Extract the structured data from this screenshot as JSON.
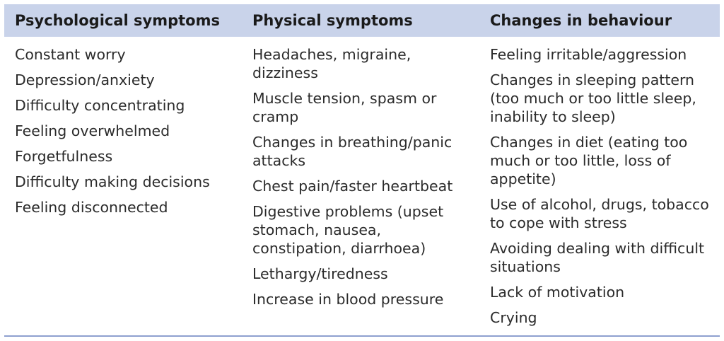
{
  "headers": [
    "Psychological symptoms",
    "Physical symptoms",
    "Changes in behaviour"
  ],
  "columns": [
    [
      "Constant worry",
      "Depression/anxiety",
      "Difficulty concentrating",
      "Feeling overwhelmed",
      "Forgetfulness",
      "Difficulty making decisions",
      "Feeling disconnected"
    ],
    [
      "Headaches, migraine, dizziness",
      "Muscle tension, spasm or cramp",
      "Changes in breathing/panic attacks",
      "Chest pain/faster heartbeat",
      "Digestive problems (upset stomach, nausea, constipation, diarrhoea)",
      "Lethargy/tiredness",
      "Increase in blood pressure"
    ],
    [
      "Feeling irritable/aggression",
      "Changes in sleeping pattern (too much or too little sleep, inability to sleep)",
      "Changes in diet (eating too much or too little, loss of appetite)",
      "Use of alcohol, drugs, tobacco to cope with stress",
      "Avoiding dealing with difficult situations",
      "Lack of motivation",
      "Crying"
    ]
  ],
  "colors": {
    "header_bg": "#c9d3ea",
    "rule": "#8ea0cf"
  }
}
